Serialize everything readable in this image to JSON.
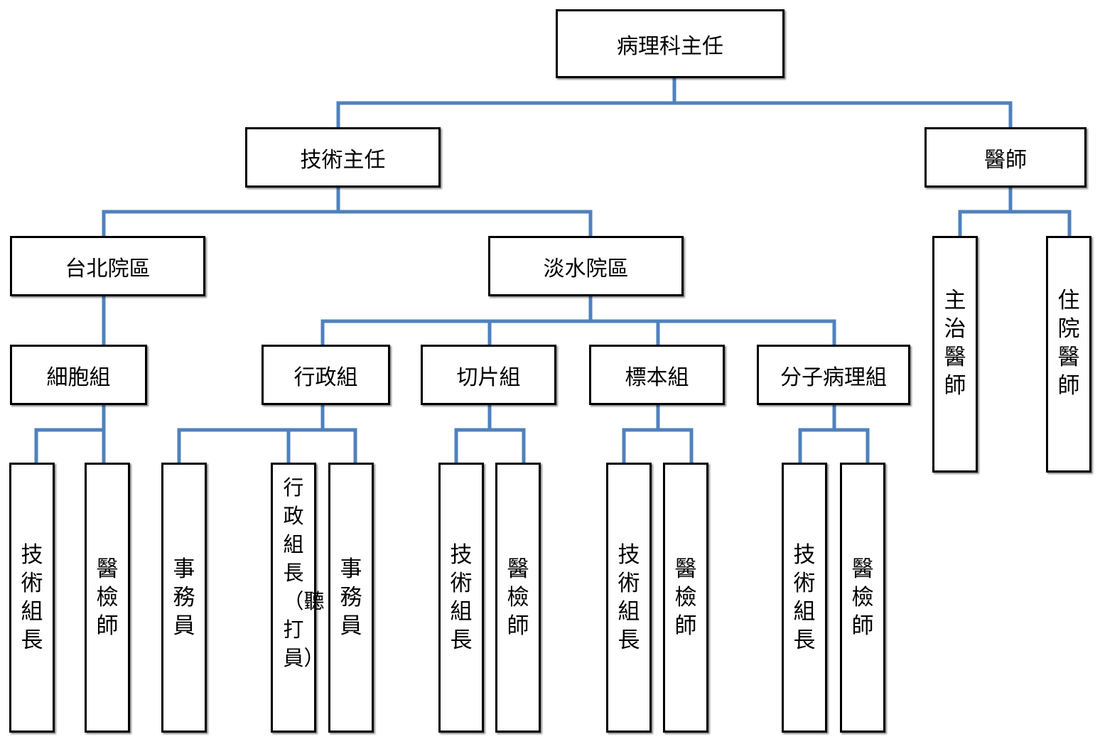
{
  "colors": {
    "connector": "#4f81bd",
    "box_border": "#000000",
    "box_fill": "#ffffff",
    "text": "#000000"
  },
  "org_chart": {
    "director": "病理科主任",
    "technical_director": "技術主任",
    "physicians": "醫師",
    "taipei_branch": "台北院區",
    "tamsui_branch": "淡水院區",
    "attending_physician": "主治醫師",
    "resident_physician": "住院醫師",
    "taipei": {
      "cytology_group": "細胞組",
      "tech_leader": "技術組長",
      "med_technologist": "醫檢師"
    },
    "tamsui": {
      "admin_group": "行政組",
      "section_group": "切片組",
      "specimen_group": "標本組",
      "molecular_group": "分子病理組",
      "admin": {
        "clerk_1": "事務員",
        "admin_leader": "行政組長（聽打員）",
        "clerk_2": "事務員"
      },
      "section": {
        "tech_leader": "技術組長",
        "med_technologist": "醫檢師"
      },
      "specimen": {
        "tech_leader": "技術組長",
        "med_technologist": "醫檢師"
      },
      "molecular": {
        "tech_leader": "技術組長",
        "med_technologist": "醫檢師"
      }
    }
  }
}
